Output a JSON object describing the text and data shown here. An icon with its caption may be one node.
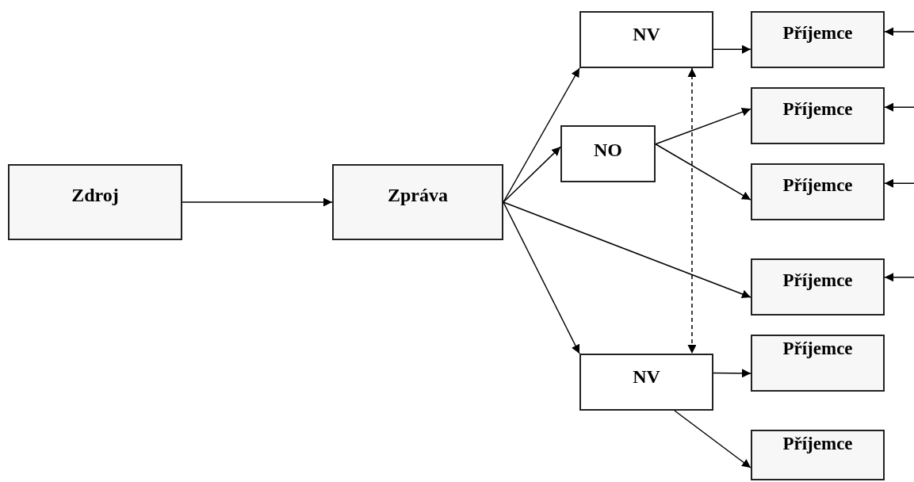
{
  "diagram": {
    "nodes": [
      {
        "text": [
          "Zdroj"
        ]
      },
      {
        "text": [
          "Zpráva"
        ]
      },
      {
        "text": [
          "NV"
        ]
      },
      {
        "text": [
          "NO"
        ]
      },
      {
        "text": [
          "Příjemce"
        ]
      },
      {
        "text": [
          "Příjemce"
        ]
      },
      {
        "text": [
          "Příjemce"
        ]
      },
      {
        "text": [
          "Příjemce"
        ]
      },
      {
        "text": [
          "NV"
        ]
      },
      {
        "text": [
          "Příjemce"
        ]
      },
      {
        "text": [
          "Příjemce"
        ]
      }
    ],
    "edges": [
      {
        "from": 0,
        "to": 1,
        "arrow": "to"
      },
      {
        "from": 1,
        "to": 2,
        "arrow": "to"
      },
      {
        "from": 1,
        "to": 3,
        "arrow": "to"
      },
      {
        "from": 1,
        "to": 7,
        "arrow": "to"
      },
      {
        "from": 1,
        "to": 8,
        "arrow": "to"
      },
      {
        "from": 2,
        "to": 4,
        "arrow": "to"
      },
      {
        "from": 3,
        "to": 5,
        "arrow": "to"
      },
      {
        "from": 3,
        "to": 6,
        "arrow": "to"
      },
      {
        "from": 8,
        "to": 9,
        "arrow": "to"
      },
      {
        "from": 8,
        "to": 10,
        "arrow": "to"
      },
      {
        "from": 2,
        "to": 8,
        "arrow": "both",
        "style": "dashed"
      },
      {
        "from": null,
        "to": 4,
        "arrow": "to"
      },
      {
        "from": null,
        "to": 5,
        "arrow": "to"
      },
      {
        "from": null,
        "to": 6,
        "arrow": "to"
      },
      {
        "from": null,
        "to": 7,
        "arrow": "to"
      }
    ]
  }
}
